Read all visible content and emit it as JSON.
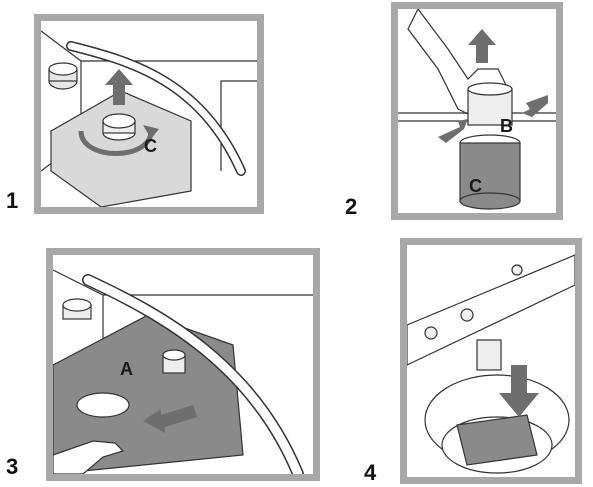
{
  "steps": [
    {
      "number": "1",
      "labels": [
        "C"
      ]
    },
    {
      "number": "2",
      "labels": [
        "B",
        "C"
      ]
    },
    {
      "number": "3",
      "labels": [
        "A"
      ]
    },
    {
      "number": "4",
      "labels": []
    }
  ],
  "colors": {
    "frame": "#a8a8a8",
    "line": "#333333",
    "shade": "#8a8a8a",
    "arrow": "#6e6e6e"
  }
}
